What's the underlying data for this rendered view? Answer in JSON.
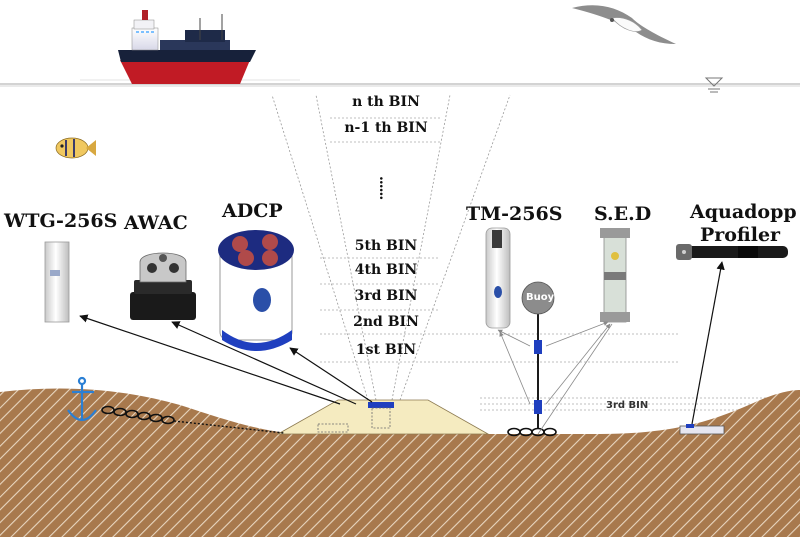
{
  "instruments": {
    "wtg": "WTG-256S",
    "awac": "AWAC",
    "adcp": "ADCP",
    "tm": "TM-256S",
    "sed": "S.E.D",
    "aquadopp_line1": "Aquadopp",
    "aquadopp_line2": "Profiler"
  },
  "bins": {
    "nth": "n th BIN",
    "n1th": "n-1 th BIN",
    "dots": "......",
    "fifth": "5th BIN",
    "fourth": "4th BIN",
    "third": "3rd BIN",
    "second": "2nd BIN",
    "first": "1st BIN"
  },
  "buoy": "Buoy",
  "aquadopp_bin": "3rd BIN",
  "colors": {
    "seabed": "#a8794d",
    "seabed_hatch": "#e8d6c0",
    "mound": "#f5ebc0",
    "accent_blue": "#1f3fbf"
  }
}
